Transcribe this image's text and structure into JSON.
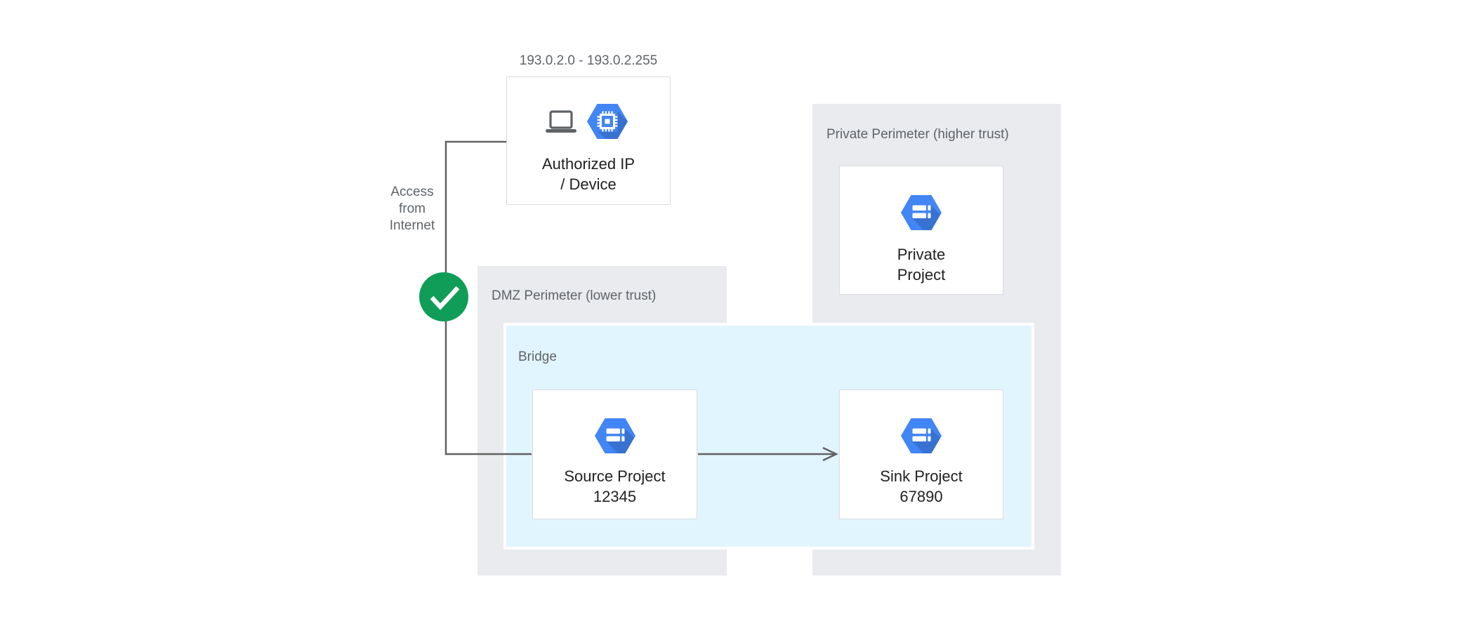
{
  "diagram_title": "VPC Service Controls perimeter bridge diagram",
  "colors": {
    "perimeter_bg": "#E9EBEE",
    "bridge_bg": "#E1F5FE",
    "node_border": "#DADCE0",
    "hexagon_blue": "#4285F4",
    "connector_gray": "#616161",
    "check_green": "#0F9D58",
    "label_gray": "#5F6368",
    "text_dark": "#212121",
    "canvas_bg": "#FFFFFF"
  },
  "annotations": {
    "ip_range": "193.0.2.0 - 193.0.2.255",
    "access_lines": [
      "Access",
      "from",
      "Internet"
    ]
  },
  "containers": {
    "dmz": {
      "label": "DMZ Perimeter (lower trust)"
    },
    "private_perimeter": {
      "label": "Private Perimeter (higher trust)"
    },
    "bridge": {
      "label": "Bridge"
    }
  },
  "nodes": {
    "authorized": {
      "line1": "Authorized IP",
      "line2": "/ Device",
      "icons": [
        "laptop-icon",
        "compute-engine-hexagon-icon"
      ]
    },
    "source": {
      "line1": "Source Project",
      "line2": "12345",
      "icon": "project-hexagon-icon"
    },
    "sink": {
      "line1": "Sink Project",
      "line2": "67890",
      "icon": "project-hexagon-icon"
    },
    "private_project": {
      "line1": "Private",
      "line2": "Project",
      "icon": "project-hexagon-icon"
    }
  },
  "connectors": {
    "access_path": "authorized-device to source-project",
    "flow_arrow": "source-project to sink-project",
    "status_icon": "check-icon"
  }
}
